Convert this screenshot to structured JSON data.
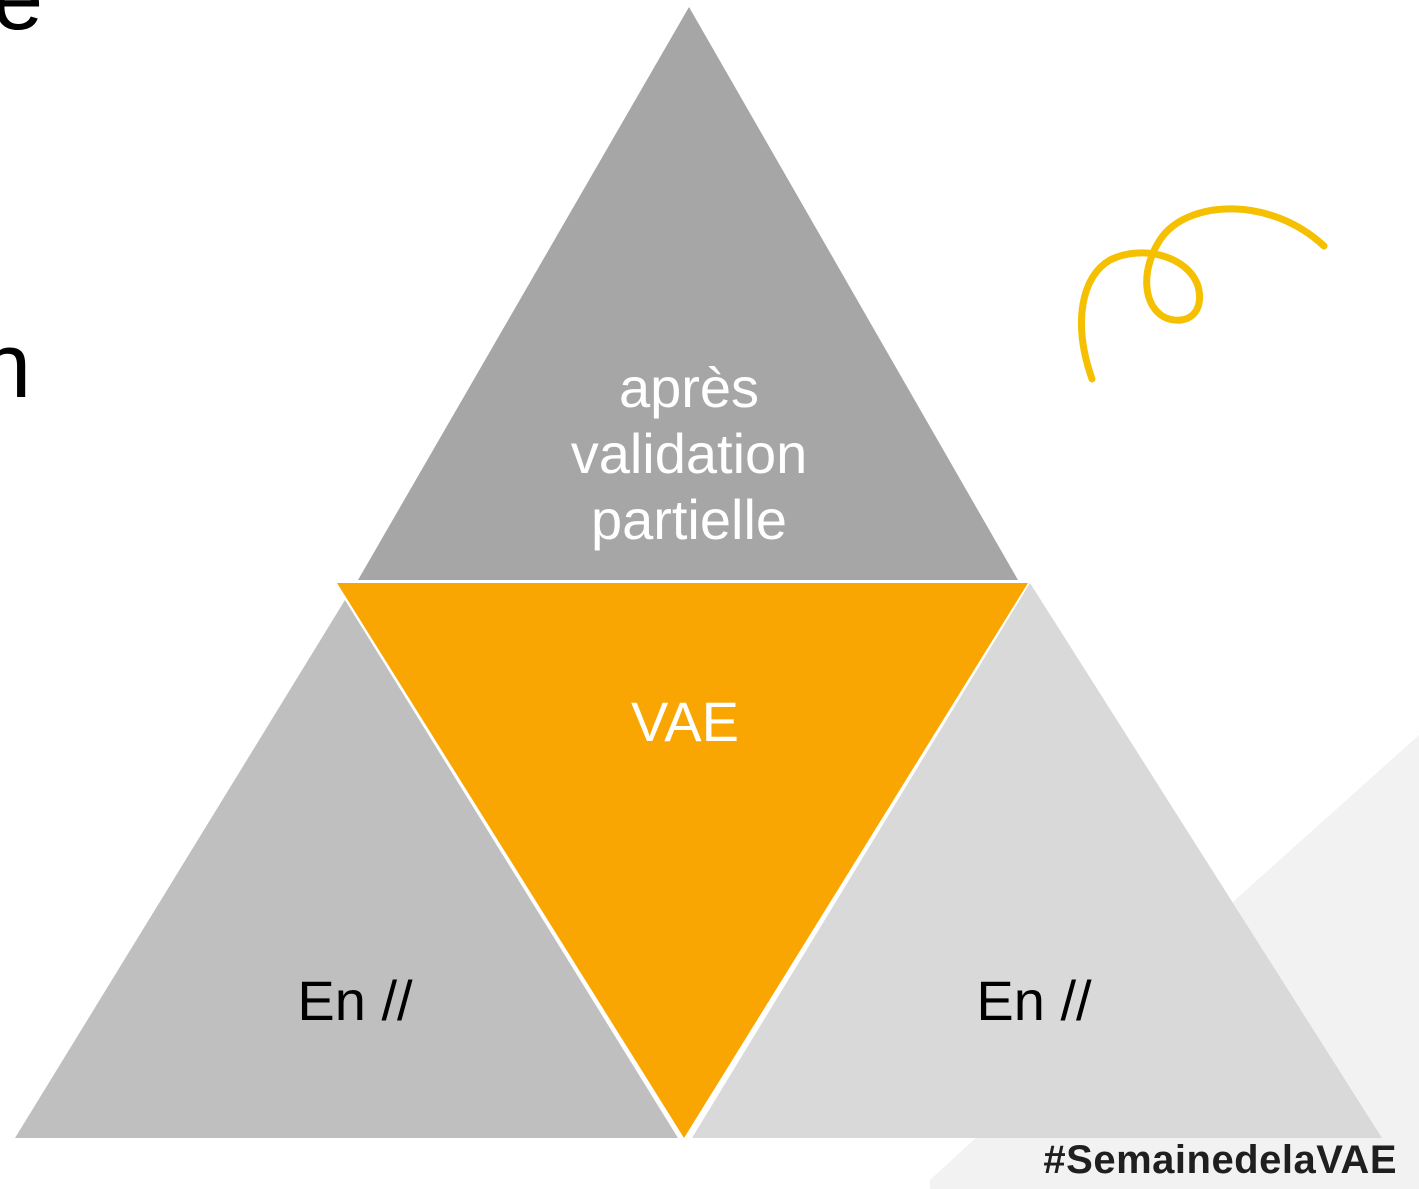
{
  "slide": {
    "partial_text_top": "e",
    "partial_text_mid": "n",
    "hashtag": "#SemainedelaVAE"
  },
  "diagram": {
    "top_label_lines": [
      "après",
      "validation",
      "partielle"
    ],
    "center_label": "VAE",
    "left_label": "En //",
    "right_label": "En //"
  },
  "colors": {
    "top_triangle": "#a6a6a6",
    "left_triangle": "#bfbfbf",
    "right_triangle": "#d9d9d9",
    "center_triangle": "#f9a602",
    "decor_curl": "#f5c000",
    "decor_panel": "#f2f2f2"
  }
}
